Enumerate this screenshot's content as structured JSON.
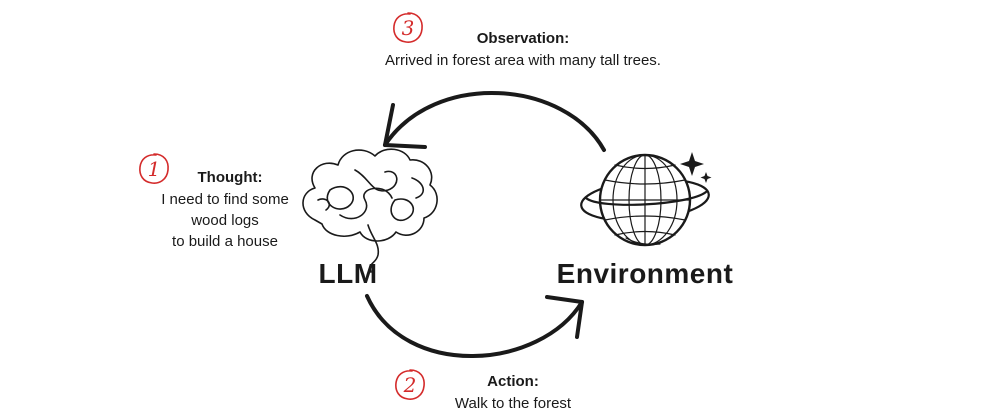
{
  "steps": {
    "thought": {
      "number": "1",
      "title": "Thought:",
      "lines": [
        "I need to find some",
        "wood logs",
        "to build a house"
      ]
    },
    "action": {
      "number": "2",
      "title": "Action:",
      "body": "Walk to the forest"
    },
    "observation": {
      "number": "3",
      "title": "Observation:",
      "body": "Arrived in forest area with many tall trees."
    }
  },
  "nodes": {
    "llm": {
      "label": "LLM",
      "icon": "brain-icon"
    },
    "environment": {
      "label": "Environment",
      "icon": "globe-icon"
    }
  },
  "colors": {
    "accent": "#d42b2b",
    "ink": "#1a1a1a"
  }
}
